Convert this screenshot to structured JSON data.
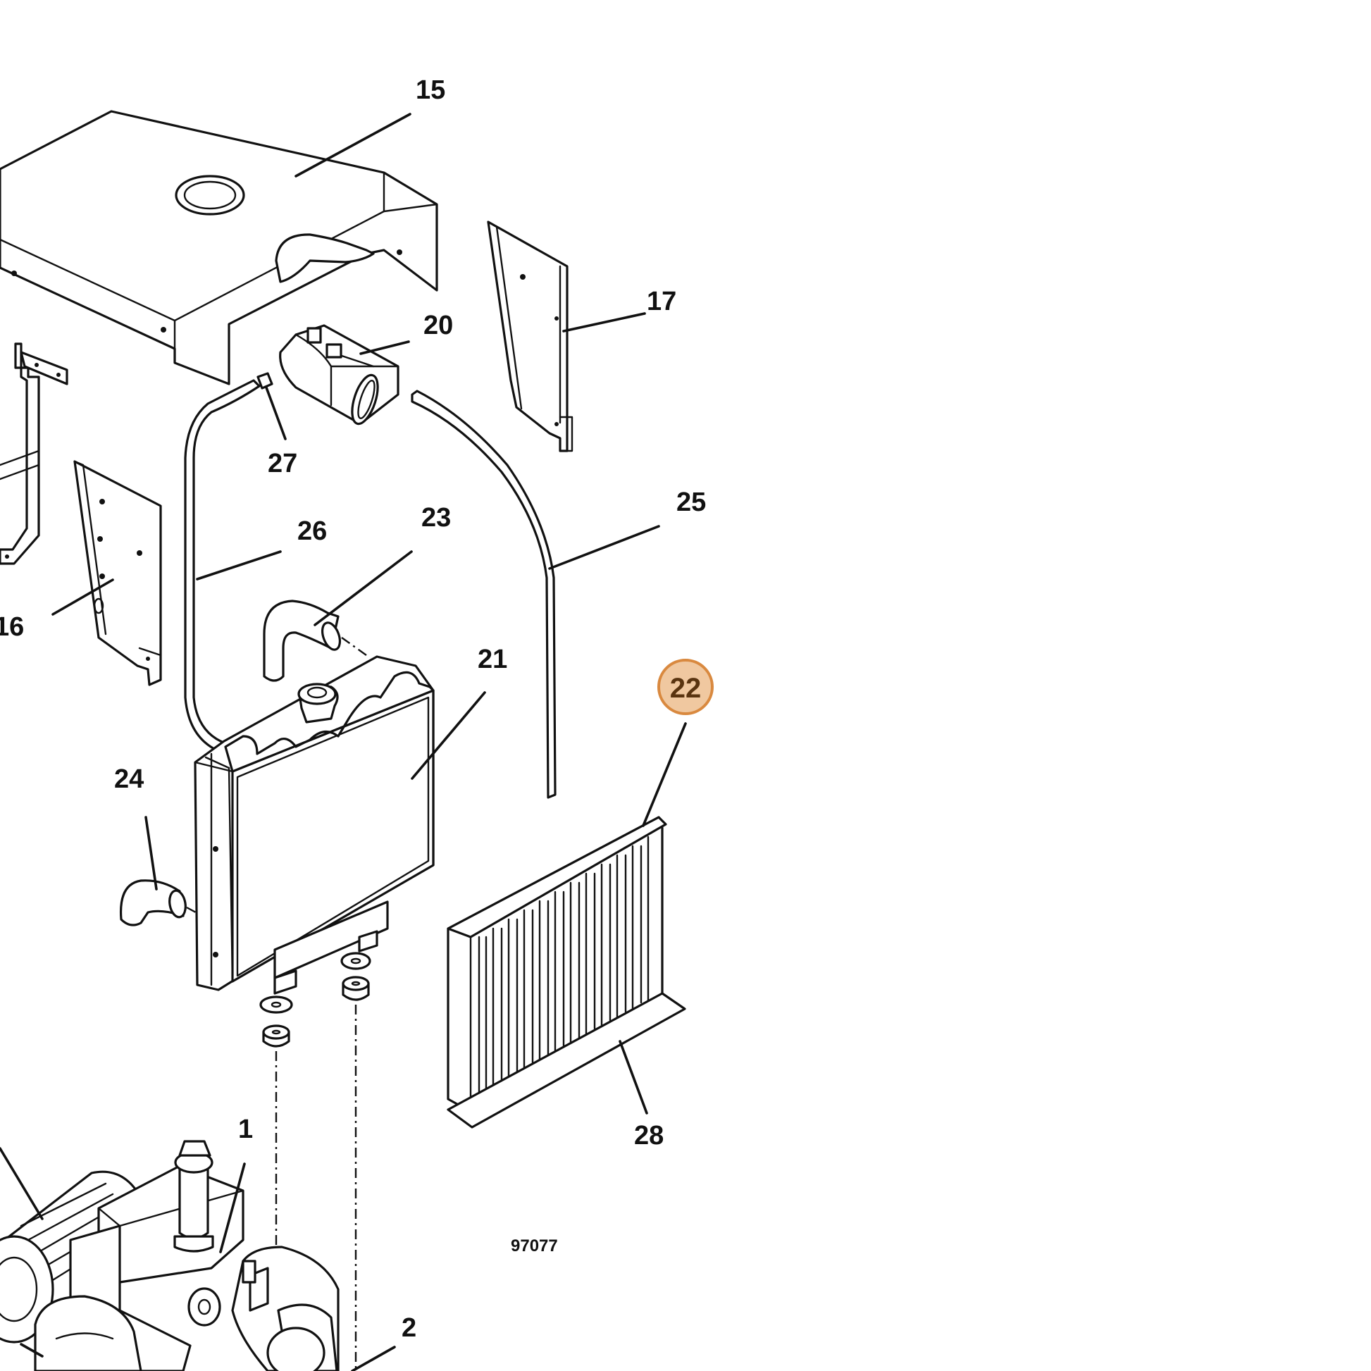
{
  "diagram": {
    "callouts": [
      "15",
      "17",
      "20",
      "27",
      "25",
      "26",
      "23",
      "16",
      "21",
      "22",
      "24",
      "28",
      "1",
      "2"
    ],
    "highlighted_callout": "22",
    "figure_number": "97077"
  },
  "colors": {
    "line": "#111111",
    "highlight_fill": "#f0c8a0",
    "highlight_stroke": "#d9893f",
    "highlight_text": "#5a3410"
  }
}
